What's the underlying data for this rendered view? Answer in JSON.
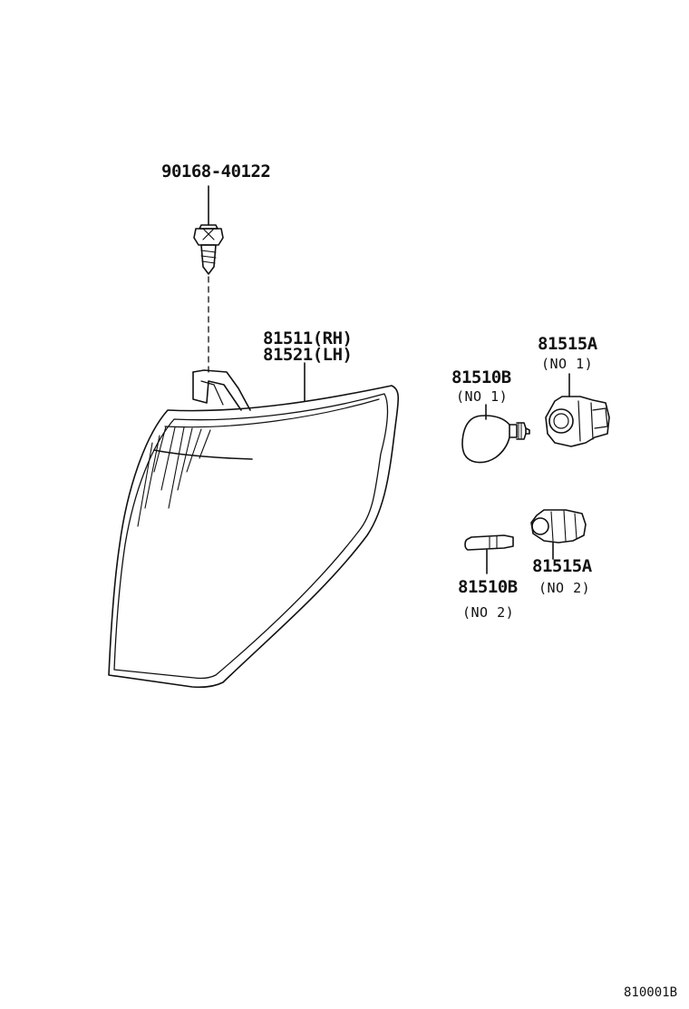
{
  "callouts": {
    "screw": "90168-40122",
    "lamp_rh": "81511(RH)",
    "lamp_lh": "81521(LH)",
    "bulb_no1": "81510B",
    "bulb_no1_note": "(NO 1)",
    "socket_no1": "81515A",
    "socket_no1_note": "(NO 1)",
    "bulb_no2": "81510B",
    "bulb_no2_note": "(NO 2)",
    "socket_no2": "81515A",
    "socket_no2_note": "(NO 2)"
  },
  "diagram_code": "810001B",
  "colors": {
    "line": "#111111",
    "background": "#ffffff"
  }
}
